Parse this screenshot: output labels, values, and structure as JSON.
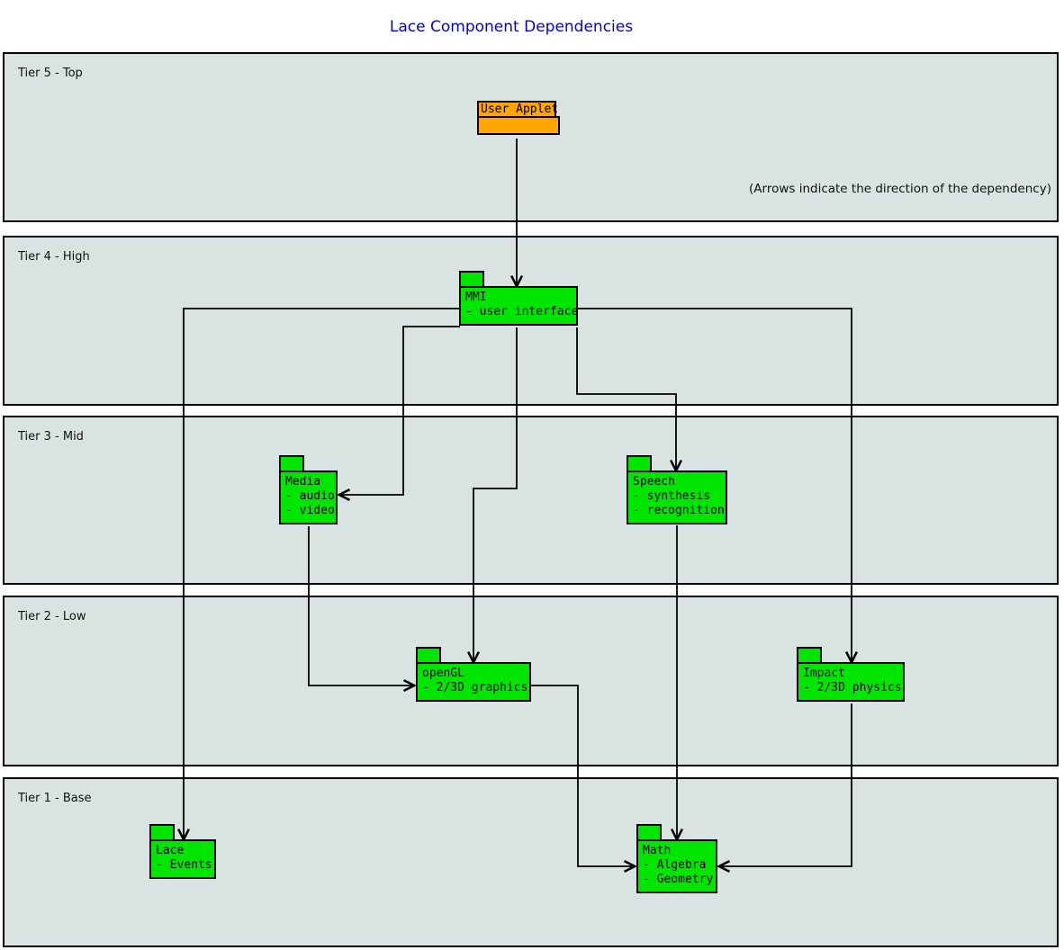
{
  "title": "Lace Component Dependencies",
  "annotation": "(Arrows indicate the direction of the dependency)",
  "tiers": [
    {
      "label": "Tier 5 - Top"
    },
    {
      "label": "Tier 4 - High"
    },
    {
      "label": "Tier 3 - Mid"
    },
    {
      "label": "Tier 2 - Low"
    },
    {
      "label": "Tier 1 - Base"
    }
  ],
  "components": [
    {
      "name": "User Applet",
      "lines": []
    },
    {
      "name": "MMI",
      "lines": [
        "- user interface"
      ]
    },
    {
      "name": "Media",
      "lines": [
        "- audio",
        "- video"
      ]
    },
    {
      "name": "Speech",
      "lines": [
        "- synthesis",
        "- recognition"
      ]
    },
    {
      "name": "openGL",
      "lines": [
        "- 2/3D graphics"
      ]
    },
    {
      "name": "Impact",
      "lines": [
        "- 2/3D physics"
      ]
    },
    {
      "name": "Lace",
      "lines": [
        "- Events"
      ]
    },
    {
      "name": "Math",
      "lines": [
        "- Algebra",
        "- Geometry"
      ]
    }
  ],
  "edges": [
    {
      "from": "User Applet",
      "to": "MMI"
    },
    {
      "from": "MMI",
      "to": "Lace"
    },
    {
      "from": "MMI",
      "to": "Media"
    },
    {
      "from": "MMI",
      "to": "Speech"
    },
    {
      "from": "MMI",
      "to": "openGL"
    },
    {
      "from": "MMI",
      "to": "Impact"
    },
    {
      "from": "Media",
      "to": "openGL"
    },
    {
      "from": "Speech",
      "to": "Math"
    },
    {
      "from": "openGL",
      "to": "Math"
    },
    {
      "from": "Impact",
      "to": "Math"
    }
  ],
  "colors": {
    "component": "#00e600",
    "applet": "#ffa500",
    "tier_fill": "#d9e3e1",
    "title": "#0000e6",
    "line": "#000000"
  }
}
